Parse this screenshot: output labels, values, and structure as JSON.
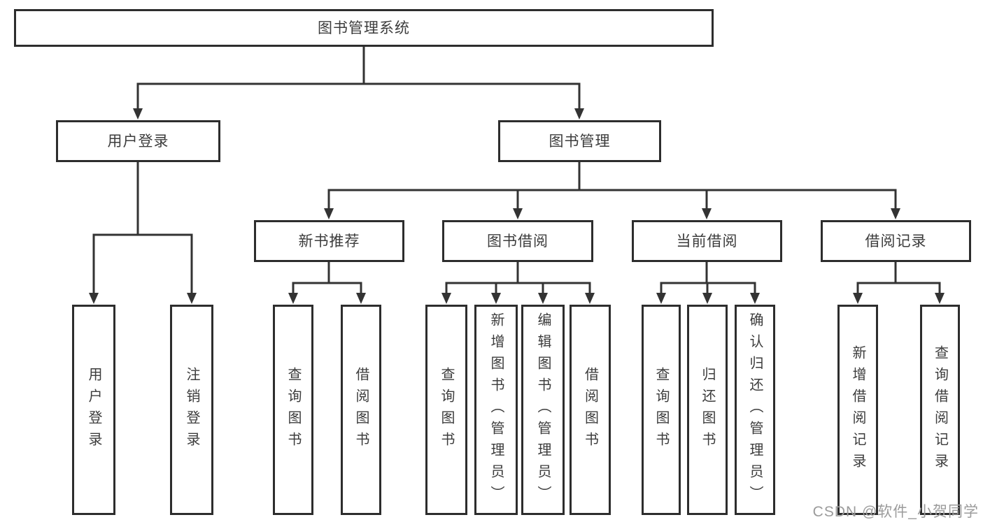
{
  "tree": {
    "label": "图书管理系统",
    "children": [
      {
        "label": "用户登录",
        "children": [
          {
            "label": "用户登录"
          },
          {
            "label": "注销登录"
          }
        ]
      },
      {
        "label": "图书管理",
        "children": [
          {
            "label": "新书推荐",
            "children": [
              {
                "label": "查询图书"
              },
              {
                "label": "借阅图书"
              }
            ]
          },
          {
            "label": "图书借阅",
            "children": [
              {
                "label": "查询图书"
              },
              {
                "label": "新增图书（管理员）"
              },
              {
                "label": "编辑图书（管理员）"
              },
              {
                "label": "借阅图书"
              }
            ]
          },
          {
            "label": "当前借阅",
            "children": [
              {
                "label": "查询图书"
              },
              {
                "label": "归还图书"
              },
              {
                "label": "确认归还（管理员）"
              }
            ]
          },
          {
            "label": "借阅记录",
            "children": [
              {
                "label": "新增借阅记录"
              },
              {
                "label": "查询借阅记录"
              }
            ]
          }
        ]
      }
    ]
  },
  "watermark": {
    "text": "CSDN @软件_小贺同学"
  },
  "colors": {
    "line": "#333333",
    "box_border": "#2d2d2d",
    "text": "#3c3c3c",
    "watermark": "#9b9b9b",
    "bg": "#ffffff"
  }
}
